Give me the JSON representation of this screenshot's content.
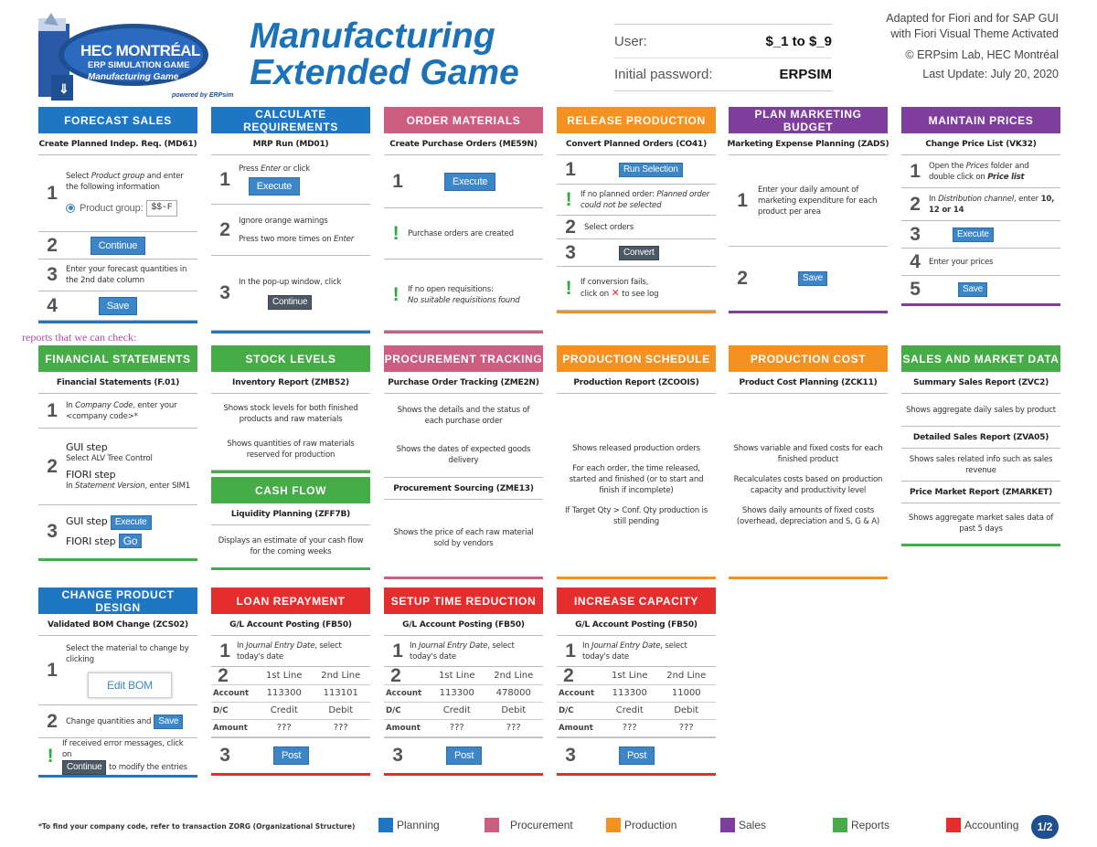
{
  "header": {
    "logo_line1": "HEC MONTRÉAL",
    "logo_line2": "ERP SIMULATION GAME",
    "logo_line3": "Manufacturing Game",
    "logo_powered": "powered by ERPsim",
    "title1": "Manufacturing",
    "title2": "Extended Game",
    "user_label": "User:",
    "user_value": "$_1 to $_9",
    "pw_label": "Initial password:",
    "pw_value": "ERPSIM",
    "adapt1": "Adapted for Fiori and for SAP GUI",
    "adapt2": "with Fiori Visual Theme Activated",
    "copyright": "© ERPsim Lab, HEC Montréal",
    "update": "Last Update: July 20, 2020"
  },
  "colors": {
    "planning": "#1f77c4",
    "procurement": "#cc5e82",
    "production": "#f39221",
    "sales": "#7d3f9b",
    "reports": "#46ac48",
    "accounting": "#e52d2d"
  },
  "forecast": {
    "title": "FORECAST SALES",
    "tx": "Create Planned Indep. Req. (MD61)",
    "s1a": "Select",
    "s1b": "Product group",
    "s1c": "and enter the following information",
    "pg_label": "Product group:",
    "pg_value": "$$-F",
    "btn_continue": "Continue",
    "s3": "Enter your forecast quantities in the 2nd date column",
    "btn_save": "Save",
    "n1": "1",
    "n2": "2",
    "n3": "3",
    "n4": "4"
  },
  "calcreq": {
    "title": "CALCULATE REQUIREMENTS",
    "tx": "MRP Run (MD01)",
    "s1a": "Press",
    "s1b": "Enter",
    "s1c": "or click",
    "btn_exec": "Execute",
    "s2a": "Ignore orange warnings",
    "s2b": "Press two more times on",
    "s2c": "Enter",
    "s3": "In the pop-up window, click",
    "btn_continue": "Continue",
    "n1": "1",
    "n2": "2",
    "n3": "3"
  },
  "ordermat": {
    "title": "ORDER MATERIALS",
    "tx": "Create Purchase Orders (ME59N)",
    "btn_exec": "Execute",
    "note1": "Purchase orders are created",
    "note2a": "If no open requisitions:",
    "note2b": "No suitable requisitions found",
    "n1": "1",
    "bang": "!"
  },
  "release": {
    "title": "RELEASE PRODUCTION",
    "tx": "Convert Planned Orders (CO41)",
    "btn_run": "Run Selection",
    "note1a": "If no planned order:",
    "note1b": "Planned order could not be selected",
    "s2": "Select orders",
    "btn_convert": "Convert",
    "note2a": "If conversion fails,",
    "note2b": "click on",
    "note2c": "to see log",
    "x_mark": "✕",
    "n1": "1",
    "n2": "2",
    "n3": "3",
    "bang": "!"
  },
  "plan_mkt": {
    "title": "PLAN MARKETING BUDGET",
    "tx": "Marketing Expense Planning (ZADS)",
    "s1": "Enter your daily amount of marketing expenditure for each product per area",
    "btn_save": "Save",
    "n1": "1",
    "n2": "2"
  },
  "prices": {
    "title": "MAINTAIN PRICES",
    "tx": "Change Price List (VK32)",
    "s1a": "Open the",
    "s1b": "Prices",
    "s1c": "folder and double click on",
    "s1d": "Price list",
    "s2a": "In",
    "s2b": "Distribution channel",
    "s2c": ", enter",
    "s2d": "10, 12 or 14",
    "btn_exec": "Execute",
    "s4": "Enter your prices",
    "btn_save": "Save",
    "n1": "1",
    "n2": "2",
    "n3": "3",
    "n4": "4",
    "n5": "5"
  },
  "reports_label": "reports that we can check:",
  "fin": {
    "title": "FINANCIAL STATEMENTS",
    "tx": "Financial Statements (F.01)",
    "s1a": "In",
    "s1b": "Company Code",
    "s1c": ", enter your <company code>*",
    "gui": "GUI step",
    "gui_sub": "Select ALV Tree Control",
    "fiori": "FIORI step",
    "fiori_sub_a": "In",
    "fiori_sub_b": "Statement Version",
    "fiori_sub_c": ", enter SIM1",
    "gui3": "GUI step",
    "btn_exec": "Execute",
    "fiori3": "FIORI step",
    "btn_go": "Go",
    "n1": "1",
    "n2": "2",
    "n3": "3"
  },
  "stock": {
    "title": "STOCK LEVELS",
    "tx": "Inventory Report (ZMB52)",
    "d1": "Shows stock levels for both finished products and raw materials",
    "d2": "Shows quantities of raw materials reserved for production"
  },
  "cash": {
    "title": "CASH FLOW",
    "tx": "Liquidity Planning (ZFF7B)",
    "d1": "Displays an estimate of your cash flow for the coming weeks"
  },
  "proc": {
    "title": "PROCUREMENT TRACKING",
    "tx": "Purchase Order Tracking (ZME2N)",
    "d1": "Shows the details and the status of each purchase order",
    "d2": "Shows the dates of expected goods delivery",
    "tx2": "Procurement Sourcing (ZME13)",
    "d3": "Shows the price of each raw material sold by vendors"
  },
  "sched": {
    "title": "PRODUCTION SCHEDULE",
    "tx": "Production Report (ZCOOIS)",
    "d1": "Shows released production orders",
    "d2": "For each order, the time released, started and finished (or to start and finish if incomplete)",
    "d3": "If Target Qty > Conf. Qty production is still pending"
  },
  "cost": {
    "title": "PRODUCTION COST",
    "tx": "Product Cost Planning (ZCK11)",
    "d1": "Shows variable and fixed costs for each finished product",
    "d2": "Recalculates costs based on production capacity and productivity level",
    "d3": "Shows daily amounts of fixed costs (overhead, depreciation and S, G & A)"
  },
  "sales": {
    "title": "SALES AND MARKET DATA",
    "tx": "Summary Sales Report (ZVC2)",
    "d1": "Shows aggregate daily sales by product",
    "tx2": "Detailed Sales Report (ZVA05)",
    "d2": "Shows sales related info such as sales revenue",
    "tx3": "Price Market Report (ZMARKET)",
    "d3": "Shows aggregate market sales data of past 5 days"
  },
  "bom": {
    "title": "CHANGE PRODUCT DESIGN",
    "tx": "Validated BOM Change (ZCS02)",
    "s1": "Select the material to change by clicking",
    "btn_edit": "Edit BOM",
    "s2": "Change quantities and",
    "btn_save": "Save",
    "note1": "If received error messages, click on",
    "btn_continue": "Continue",
    "note2": "to modify the entries",
    "n1": "1",
    "n2": "2",
    "bang": "!"
  },
  "acct_common": {
    "tx": "G/L Account Posting (FB50)",
    "s1a": "In",
    "s1b": "Journal Entry Date",
    "s1c": ", select today's date",
    "col1": "1st Line",
    "col2": "2nd Line",
    "r_account": "Account",
    "r_dc": "D/C",
    "r_amount": "Amount",
    "credit": "Credit",
    "debit": "Debit",
    "qq": "???",
    "btn_post": "Post",
    "n1": "1",
    "n2": "2",
    "n3": "3"
  },
  "loan": {
    "title": "LOAN REPAYMENT",
    "acc1": "113300",
    "acc2": "113101"
  },
  "setup": {
    "title": "SETUP TIME REDUCTION",
    "acc1": "113300",
    "acc2": "478000"
  },
  "capacity": {
    "title": "INCREASE CAPACITY",
    "acc1": "113300",
    "acc2": "11000"
  },
  "footer": {
    "note": "*To find your company code, refer to transaction ZORG (Organizational Structure)",
    "l_planning": "Planning",
    "l_procurement": "Procurement",
    "l_production": "Production",
    "l_sales": "Sales",
    "l_reports": "Reports",
    "l_accounting": "Accounting",
    "page": "1/2"
  }
}
